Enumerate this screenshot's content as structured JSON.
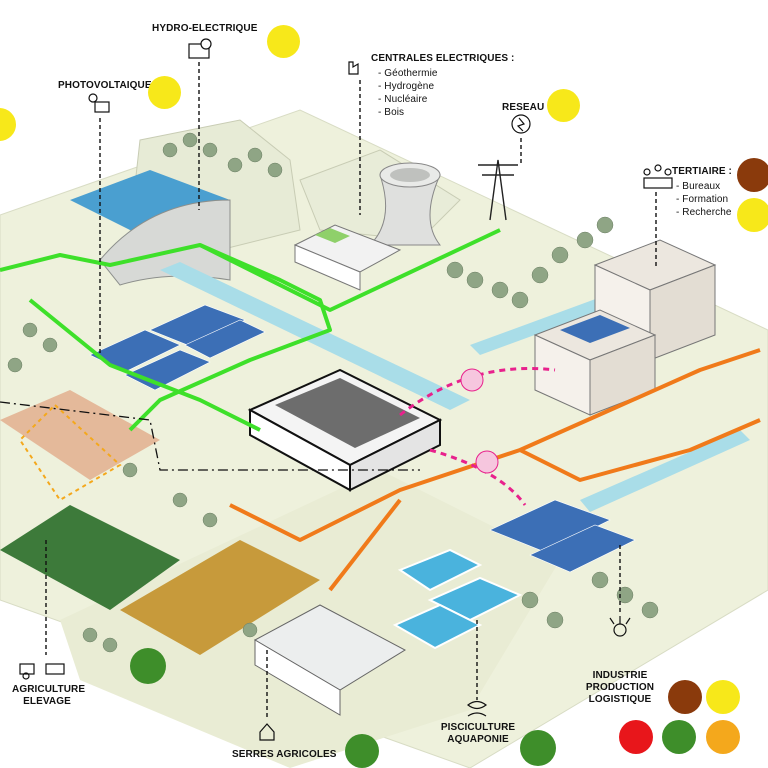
{
  "labels": {
    "hydro": "HYDRO-ELECTRIQUE",
    "photovoltaique": "PHOTOVOLTAIQUE",
    "centrales": "CENTRALES ELECTRIQUES :",
    "centrales_items": [
      "- Géothermie",
      "- Hydrogène",
      "- Nucléaire",
      "- Bois"
    ],
    "reseau": "RESEAU",
    "tertiaire": "TERTIAIRE :",
    "tertiaire_items": [
      "- Bureaux",
      "- Formation",
      "- Recherche"
    ],
    "agriculture_1": "AGRICULTURE",
    "agriculture_2": "ELEVAGE",
    "serres": "SERRES AGRICOLES",
    "pisciculture_1": "PISCICULTURE",
    "pisciculture_2": "AQUAPONIE",
    "industrie_1": "INDUSTRIE",
    "industrie_2": "PRODUCTION",
    "industrie_3": "LOGISTIQUE"
  },
  "colors": {
    "yellow": "#f7e81a",
    "brown": "#8a3a0c",
    "green": "#3e8e2a",
    "red": "#e8161b",
    "orange": "#f4a81c",
    "power_line": "#3ee02a",
    "heat_line": "#f07a1a",
    "data_line": "#e8218c"
  },
  "icons": [
    "dam-icon",
    "solar-panel-icon",
    "factory-icon",
    "network-icon",
    "people-icon",
    "tractor-cow-icon",
    "greenhouse-icon",
    "fish-icon",
    "industry-icon",
    "datacenter-icon"
  ]
}
